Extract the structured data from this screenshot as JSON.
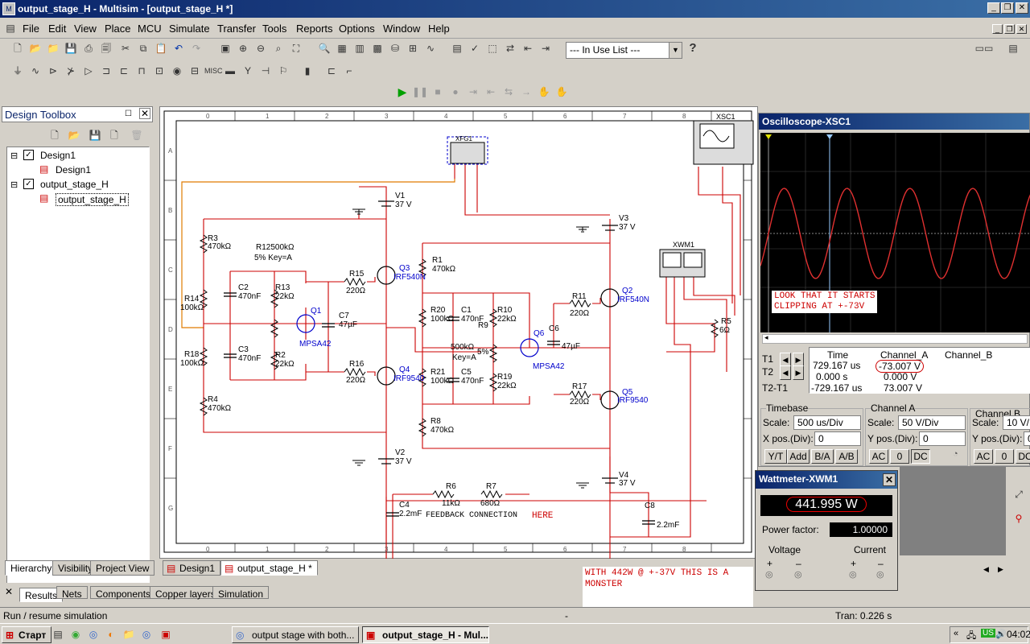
{
  "window": {
    "title": "output_stage_H - Multisim - [output_stage_H *]"
  },
  "menu": [
    "File",
    "Edit",
    "View",
    "Place",
    "MCU",
    "Simulate",
    "Transfer",
    "Tools",
    "Reports",
    "Options",
    "Window",
    "Help"
  ],
  "toolbar": {
    "in_use_list": "--- In Use List ---"
  },
  "toolbox": {
    "title": "Design Toolbox",
    "tree": [
      {
        "label": "Design1"
      },
      {
        "label": "Design1"
      },
      {
        "label": "output_stage_H"
      },
      {
        "label": "output_stage_H"
      }
    ],
    "tabs": [
      "Hierarchy",
      "Visibility",
      "Project View"
    ]
  },
  "doc_tabs": [
    "Design1",
    "output_stage_H *"
  ],
  "bottom_tabs": [
    "Results",
    "Nets",
    "Components",
    "Copper layers",
    "Simulation"
  ],
  "ruler": {
    "cols": [
      "0",
      "1",
      "2",
      "3",
      "4",
      "5",
      "6",
      "7",
      "8"
    ],
    "rows": [
      "A",
      "B",
      "C",
      "D",
      "E",
      "F",
      "G"
    ]
  },
  "circuit": {
    "labels": {
      "xfg1": "XFG1",
      "xsc1": "XSC1",
      "xwm1": "XWM1",
      "v1": "V1",
      "v1val": "37 V",
      "v2": "V2",
      "v2val": "37 V",
      "v3": "V3",
      "v3val": "37 V",
      "v4": "V4",
      "v4val": "37 V",
      "r3": "R3",
      "r3val": "470kΩ",
      "r12": "R12500kΩ",
      "r12b": "5%  Key=A",
      "r14": "R14",
      "r14val": "100kΩ",
      "c2": "C2",
      "c2val": "470nF",
      "r13": "R13",
      "r13val": "22kΩ",
      "q1": "Q1",
      "q1part": "MPSA42",
      "c7": "C7",
      "c7val": "47µF",
      "r15": "R15",
      "r15val": "220Ω",
      "q3": "Q3",
      "q3part": "IRF540N",
      "r18": "R18",
      "r18val": "100kΩ",
      "c3": "C3",
      "c3val": "470nF",
      "r2": "R2",
      "r2val": "22kΩ",
      "r16": "R16",
      "r16val": "220Ω",
      "q4": "Q4",
      "q4part": "IRF9540",
      "r4": "R4",
      "r4val": "470kΩ",
      "r1": "R1",
      "r1val": "470kΩ",
      "r20": "R20",
      "r20val": "100kΩ",
      "c1": "C1",
      "c1val": "470nF",
      "r10": "R10",
      "r10val": "22kΩ",
      "r9": "R9",
      "r9val": "500kΩ",
      "r9b": "5%",
      "r9key": "Key=A",
      "q6": "Q6",
      "q6part": "MPSA42",
      "c6": "C6",
      "c6val": "47µF",
      "r11": "R11",
      "r11val": "220Ω",
      "q2": "Q2",
      "q2part": "IRF540N",
      "r21": "R21",
      "r21val": "100kΩ",
      "c5": "C5",
      "c5val": "470nF",
      "r19": "R19",
      "r19val": "22kΩ",
      "r17": "R17",
      "r17val": "220Ω",
      "q5": "Q5",
      "q5part": "IRF9540",
      "r8": "R8",
      "r8val": "470kΩ",
      "r5": "R5",
      "r5val": "6Ω",
      "c4": "C4",
      "c4val": "2.2mF",
      "r6": "R6",
      "r6val": "11kΩ",
      "r7": "R7",
      "r7val": "680Ω",
      "c8": "C8",
      "c8val": "2.2mF",
      "feedback": "FEEDBACK CONNECTION",
      "here": "HERE"
    }
  },
  "oscilloscope": {
    "title": "Oscilloscope-XSC1",
    "note_line1": "LOOK THAT IT STARTS",
    "note_line2": "CLIPPING AT +-73V",
    "headers": [
      "Time",
      "Channel_A",
      "Channel_B"
    ],
    "t1": {
      "label": "T1",
      "time": "729.167 us",
      "a": "-73.007 V",
      "b": ""
    },
    "t2": {
      "label": "T2",
      "time": "0.000 s",
      "a": "0.000 V",
      "b": ""
    },
    "t21": {
      "label": "T2-T1",
      "time": "-729.167 us",
      "a": "73.007 V",
      "b": ""
    },
    "timebase": {
      "title": "Timebase",
      "scale_label": "Scale:",
      "scale": "500 us/Div",
      "xpos_label": "X pos.(Div):",
      "xpos": "0",
      "buttons": [
        "Y/T",
        "Add",
        "B/A",
        "A/B"
      ]
    },
    "channel_a": {
      "title": "Channel A",
      "scale_label": "Scale:",
      "scale": "50  V/Div",
      "ypos_label": "Y pos.(Div):",
      "ypos": "0",
      "buttons": [
        "AC",
        "0",
        "DC"
      ]
    },
    "channel_b": {
      "title": "Channel B",
      "scale_label": "Scale:",
      "scale": "10  V/Di",
      "ypos_label": "Y pos.(Div):",
      "ypos": "0",
      "buttons": [
        "AC",
        "0",
        "DC"
      ]
    }
  },
  "wattmeter": {
    "title": "Wattmeter-XWM1",
    "reading": "441.995 W",
    "pf_label": "Power factor:",
    "pf": "1.00000",
    "voltage": "Voltage",
    "current": "Current",
    "plus": "+",
    "minus": "–"
  },
  "annotation": {
    "line1": "WITH 442W @ +-37V THIS IS A",
    "line2": "MONSTER"
  },
  "status": {
    "left": "Run / resume simulation",
    "dash": "-",
    "tran": "Tran: 0.226 s"
  },
  "taskbar": {
    "start": "Старт",
    "tasks": [
      "output stage with both...",
      "output_stage_H - Mul..."
    ],
    "lang": "US",
    "time": "04:02"
  },
  "colors": {
    "wire": "#cc0000",
    "component": "#000000",
    "instrument_label": "#0000cc",
    "scope_bg": "#000000",
    "trace_a": "#e03030"
  }
}
